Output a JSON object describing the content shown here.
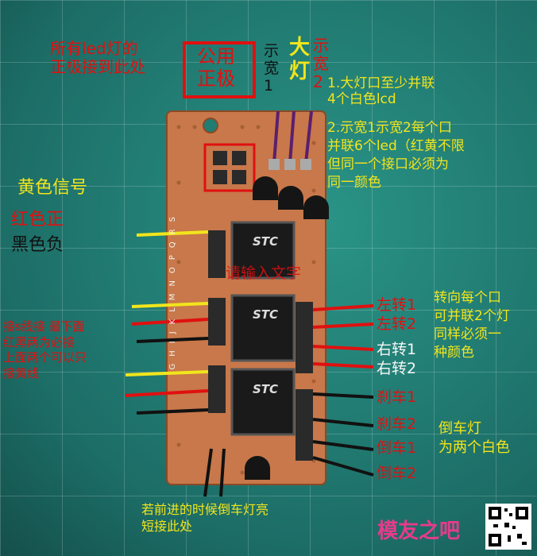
{
  "labels": {
    "common_positive_note": "所有led灯的\n正极接到此处",
    "common_positive_box": "公用\n正极",
    "width1_label": "示\n宽\n1",
    "headlight_label": "大\n灯",
    "width2_label": "示\n宽\n2",
    "note_headlight": "1.大灯口至少并联\n4个白色lcd",
    "note_width": "2.示宽1示宽2每个口\n并联6个led（红黄不限\n但同一个接口必须为\n同一颜色",
    "signal_yellow": "黄色信号",
    "signal_red": "红色正",
    "signal_black": "黑色负",
    "input_text_hint": "请输入文字",
    "servo_note": "接s线接 最下面\n红黑两为必接\n上面两个可以只\n接黄线",
    "turn_note": "转向每个口\n可并联2个灯\n同样必须一\n种颜色",
    "left_turn_1": "左转1",
    "left_turn_2": "左转2",
    "right_turn_1": "右转1",
    "right_turn_2": "右转2",
    "brake_1": "刹车1",
    "brake_2": "刹车2",
    "reverse_1": "倒车1",
    "reverse_2": "倒车2",
    "reverse_note": "倒车灯\n为两个白色",
    "bottom_note": "若前进的时候倒车灯亮\n短接此处",
    "chip_mark": "STC",
    "board_letters": "GHIJKLMNOPQRS",
    "watermark": "模友之吧"
  },
  "colors": {
    "annotation_red": "#e01010",
    "annotation_yellow": "#f2e51c",
    "wire_purple": "#5a1f6e",
    "board_copper": "#c8784a",
    "background_teal": "#1f7d74"
  }
}
